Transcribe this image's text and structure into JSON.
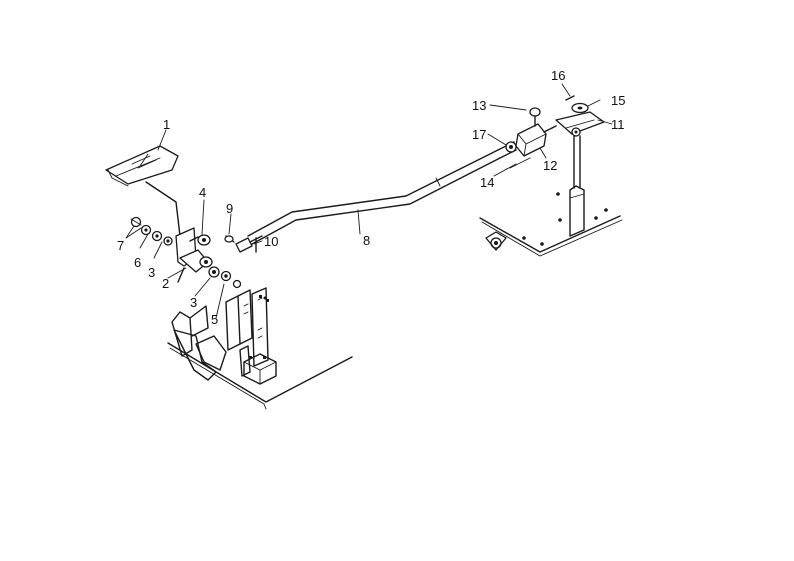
{
  "callouts": {
    "c1": "1",
    "c2": "2",
    "c3a": "3",
    "c3b": "3",
    "c4": "4",
    "c5": "5",
    "c6": "6",
    "c7": "7",
    "c8": "8",
    "c9": "9",
    "c10": "10",
    "c11": "11",
    "c12": "12",
    "c13": "13",
    "c14": "14",
    "c15": "15",
    "c16": "16",
    "c17": "17"
  },
  "colors": {
    "ink": "#1a1a1a",
    "paper": "#ffffff"
  }
}
